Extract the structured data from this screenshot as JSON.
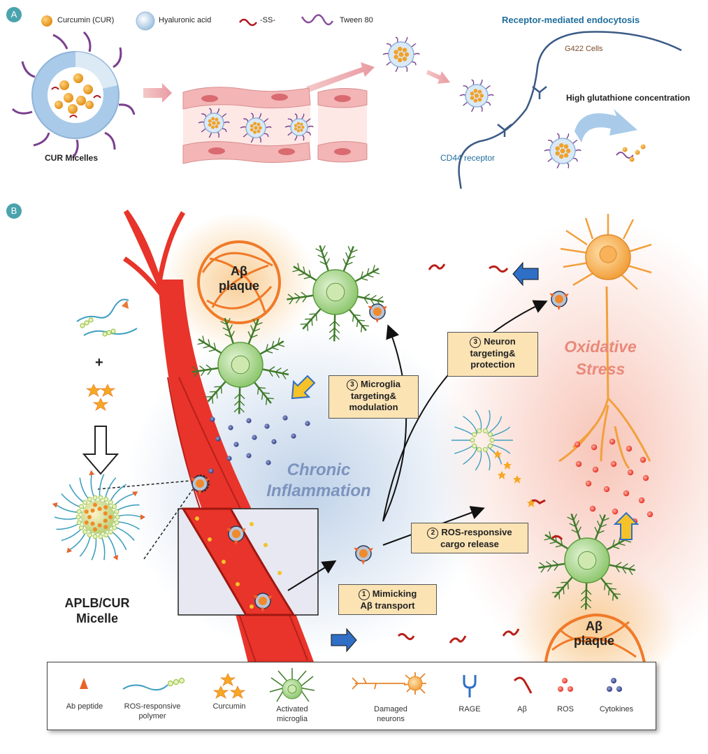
{
  "panelA": {
    "badge": "A",
    "legend": {
      "curcumin": "Curcumin (CUR)",
      "hyaluronic": "Hyaluronic acid",
      "ss": "-SS-",
      "tween": "Tween 80"
    },
    "micelle_label": "CUR Micelles",
    "endocytosis": "Receptor-mediated endocytosis",
    "cells": "G422 Cells",
    "glutathione": "High glutathione concentration",
    "receptor": "CD44 receptor"
  },
  "panelB": {
    "badge": "B",
    "plaque_top": "Aβ\nplaque",
    "plaque_bottom": "Aβ\nplaque",
    "plus": "+",
    "micelle_label": "APLB/CUR\nMicelle",
    "chronic": "Chronic\nInflammation",
    "oxidative": "Oxidative\nStress",
    "box_neuron": {
      "num": "3",
      "text": "Neuron\ntargeting&\nprotection"
    },
    "box_microglia": {
      "num": "3",
      "text": "Microglia\ntargeting&\nmodulation"
    },
    "box_ros": {
      "num": "2",
      "text": "ROS-responsive\ncargo release"
    },
    "box_mimic": {
      "num": "1",
      "text": "Mimicking\nAβ transport"
    },
    "legend": {
      "ab_peptide": "Ab peptide",
      "ros_polymer": "ROS-responsive\npolymer",
      "curcumin": "Curcumin",
      "microglia": "Activated\nmicroglia",
      "neurons": "Damaged\nneurons",
      "rage": "RAGE",
      "abeta": "Aβ",
      "ros": "ROS",
      "cytokines": "Cytokines"
    }
  },
  "colors": {
    "badge": "#4aa3ad",
    "vessel": "#e8342a",
    "box_fill": "#fbe3b4",
    "microglia": "#7fbf5a",
    "neuron": "#f2a03c",
    "plaque": "#f07a28",
    "text_blue": "#1f6e9c"
  }
}
